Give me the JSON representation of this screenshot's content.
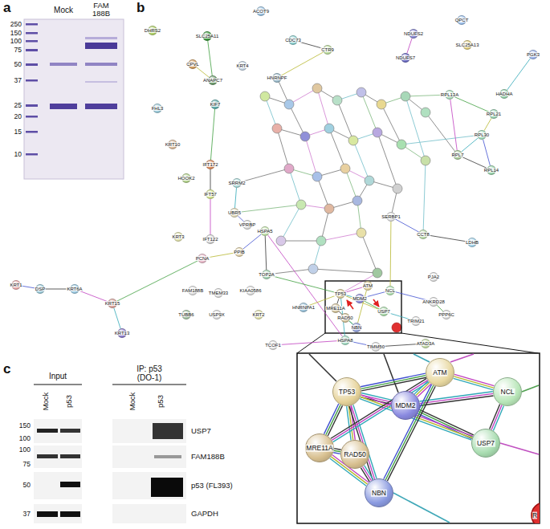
{
  "diagram": {
    "nodes": [
      {
        "text": [
          "DHRS2"
        ]
      },
      {
        "text": [
          "ACOT9"
        ]
      },
      {
        "text": [
          "SLC25A11"
        ]
      },
      {
        "text": [
          "CDC73"
        ]
      },
      {
        "text": [
          "CTR9"
        ]
      },
      {
        "text": [
          "NDUFS2"
        ]
      },
      {
        "text": [
          "NDUFS7"
        ]
      },
      {
        "text": [
          "QPCT"
        ]
      },
      {
        "text": [
          "SLC25A13"
        ]
      },
      {
        "text": [
          "PGK3"
        ]
      },
      {
        "text": [
          "HADHA"
        ]
      },
      {
        "text": [
          "RPL13A"
        ]
      },
      {
        "text": [
          "RPL21"
        ]
      },
      {
        "text": [
          "RPL30"
        ]
      },
      {
        "text": [
          "RPL7"
        ]
      },
      {
        "text": [
          "RPL14"
        ]
      },
      {
        "text": [
          "CPVL"
        ]
      },
      {
        "text": [
          "ANAPC7"
        ]
      },
      {
        "text": [
          "KRT4"
        ]
      },
      {
        "text": [
          "HNRNPF"
        ]
      },
      {
        "text": [
          "FHL3"
        ]
      },
      {
        "text": [
          "KIF7"
        ]
      },
      {
        "text": [
          "KRT10"
        ]
      },
      {
        "text": [
          "HOOK2"
        ]
      },
      {
        "text": [
          "IFT172"
        ]
      },
      {
        "text": [
          "IFT57"
        ]
      },
      {
        "text": [
          "SRRM2"
        ]
      },
      {
        "text": [
          "UBR5"
        ]
      },
      {
        "text": [
          "VPRBP"
        ]
      },
      {
        "text": [
          "IFT122"
        ]
      },
      {
        "text": [
          "KRT3"
        ]
      },
      {
        "text": [
          "HSPA5"
        ]
      },
      {
        "text": [
          "PPIB"
        ]
      },
      {
        "text": [
          "PCNA"
        ]
      },
      {
        "text": [
          "TOP2A"
        ]
      },
      {
        "text": [
          "KRT1"
        ]
      },
      {
        "text": [
          "DSP"
        ]
      },
      {
        "text": [
          "KRT6A"
        ]
      },
      {
        "text": [
          "KRT15"
        ]
      },
      {
        "text": [
          "KRT13"
        ]
      },
      {
        "text": [
          "FAM188B"
        ]
      },
      {
        "text": [
          "TMEM33"
        ]
      },
      {
        "text": [
          "KIAA0586"
        ]
      },
      {
        "text": [
          "TUBB6"
        ]
      },
      {
        "text": [
          "USP9X"
        ]
      },
      {
        "text": [
          "KRT2"
        ]
      },
      {
        "text": [
          "HNRNPA1"
        ]
      },
      {
        "text": [
          "HSPA8"
        ]
      },
      {
        "text": [
          "TIMM50"
        ]
      },
      {
        "text": [
          "ATAD3A"
        ]
      },
      {
        "text": [
          "TCOF1"
        ]
      },
      {
        "text": [
          "TRIM21"
        ]
      },
      {
        "text": [
          "PPP6C"
        ]
      },
      {
        "text": [
          "ANKRD28"
        ]
      },
      {
        "text": [
          "PJA2"
        ]
      },
      {
        "text": [
          "LDHB"
        ]
      },
      {
        "text": [
          "CCT8"
        ]
      },
      {
        "text": [
          "SERBP1"
        ]
      },
      {
        "text": [
          "ATM"
        ]
      },
      {
        "text": [
          "TP53"
        ]
      },
      {
        "text": [
          "MDM2"
        ]
      },
      {
        "text": [
          "NCL"
        ]
      },
      {
        "text": [
          "USP7"
        ]
      },
      {
        "text": [
          "MRE11A"
        ]
      },
      {
        "text": [
          "RAD50"
        ]
      },
      {
        "text": [
          "NBN"
        ]
      },
      {
        "text": [
          "ATM"
        ]
      },
      {
        "text": [
          "TP53"
        ]
      },
      {
        "text": [
          "MDM2"
        ]
      },
      {
        "text": [
          "NCL"
        ]
      },
      {
        "text": [
          "USP7"
        ]
      },
      {
        "text": [
          "MRE11A"
        ]
      },
      {
        "text": [
          "RAD50"
        ]
      },
      {
        "text": [
          "NBN"
        ]
      }
    ],
    "edges": [
      {
        "from": 3,
        "to": 4,
        "arrow": "none"
      },
      {
        "from": 5,
        "to": 6,
        "arrow": "none"
      },
      {
        "from": 10,
        "to": 9,
        "arrow": "none"
      },
      {
        "from": 11,
        "to": 12,
        "arrow": "none"
      },
      {
        "from": 12,
        "to": 13,
        "arrow": "none"
      },
      {
        "from": 13,
        "to": 15,
        "arrow": "none"
      },
      {
        "from": 14,
        "to": 15,
        "arrow": "none"
      },
      {
        "from": 11,
        "to": 14,
        "arrow": "none"
      },
      {
        "from": 14,
        "to": 13,
        "arrow": "none"
      },
      {
        "from": 2,
        "to": 17,
        "arrow": "none"
      },
      {
        "from": 19,
        "to": 4,
        "arrow": "none"
      },
      {
        "from": 35,
        "to": 36,
        "arrow": "none"
      },
      {
        "from": 36,
        "to": 37,
        "arrow": "none"
      },
      {
        "from": 37,
        "to": 38,
        "arrow": "none"
      },
      {
        "from": 38,
        "to": 39,
        "arrow": "none"
      },
      {
        "from": 38,
        "to": 33,
        "arrow": "none"
      },
      {
        "from": 33,
        "to": 32,
        "arrow": "none"
      },
      {
        "from": 32,
        "to": 31,
        "arrow": "none"
      },
      {
        "from": 31,
        "to": 34,
        "arrow": "none"
      },
      {
        "from": 31,
        "to": 47,
        "arrow": "none"
      },
      {
        "from": 47,
        "to": 59,
        "arrow": "none"
      },
      {
        "from": 34,
        "to": 59,
        "arrow": "none"
      },
      {
        "from": 46,
        "to": 59,
        "arrow": "none"
      },
      {
        "from": 47,
        "to": 48,
        "arrow": "none"
      },
      {
        "from": 48,
        "to": 49,
        "arrow": "none"
      },
      {
        "from": 50,
        "to": 47,
        "arrow": "none"
      },
      {
        "from": 62,
        "to": 51,
        "arrow": "none"
      },
      {
        "from": 52,
        "to": 53,
        "arrow": "none"
      },
      {
        "from": 61,
        "to": 57,
        "arrow": "none"
      },
      {
        "from": 57,
        "to": 56,
        "arrow": "none"
      },
      {
        "from": 56,
        "to": 55,
        "arrow": "none"
      },
      {
        "from": 58,
        "to": 59,
        "arrow": "none"
      },
      {
        "from": 59,
        "to": 60,
        "arrow": "none"
      },
      {
        "from": 60,
        "to": 62,
        "arrow": "none"
      },
      {
        "from": 59,
        "to": 62,
        "arrow": "none"
      },
      {
        "from": 60,
        "to": 61,
        "arrow": "none"
      },
      {
        "from": 59,
        "to": 63,
        "arrow": "none"
      },
      {
        "from": 63,
        "to": 64,
        "arrow": "none"
      },
      {
        "from": 64,
        "to": 65,
        "arrow": "none"
      },
      {
        "from": 63,
        "to": 65,
        "arrow": "none"
      },
      {
        "from": 58,
        "to": 65,
        "arrow": "none"
      },
      {
        "from": 27,
        "to": 28,
        "arrow": "none"
      },
      {
        "from": 24,
        "to": 25,
        "arrow": "none"
      },
      {
        "from": 25,
        "to": 29,
        "arrow": "none"
      },
      {
        "from": 26,
        "to": 27,
        "arrow": "none"
      },
      {
        "from": 21,
        "to": 24,
        "arrow": "none"
      },
      {
        "from": 16,
        "to": 17,
        "arrow": "none"
      },
      {
        "from": 53,
        "to": 61,
        "arrow": "none"
      },
      {
        "from": 67,
        "to": 68,
        "arrow": "none"
      },
      {
        "from": 66,
        "to": 67,
        "arrow": "none"
      },
      {
        "from": 66,
        "to": 68,
        "arrow": "none"
      },
      {
        "from": 68,
        "to": 69,
        "arrow": "none"
      },
      {
        "from": 68,
        "to": 70,
        "arrow": "none"
      },
      {
        "from": 67,
        "to": 70,
        "arrow": "none"
      },
      {
        "from": 69,
        "to": 70,
        "arrow": "none"
      },
      {
        "from": 67,
        "to": 71,
        "arrow": "none"
      },
      {
        "from": 67,
        "to": 72,
        "arrow": "none"
      },
      {
        "from": 67,
        "to": 73,
        "arrow": "none"
      },
      {
        "from": 71,
        "to": 72,
        "arrow": "none"
      },
      {
        "from": 71,
        "to": 73,
        "arrow": "none"
      },
      {
        "from": 72,
        "to": 73,
        "arrow": "none"
      },
      {
        "from": 66,
        "to": 73,
        "arrow": "none"
      },
      {
        "from": 66,
        "to": 69,
        "arrow": "none"
      },
      {
        "from": 66,
        "to": 71,
        "arrow": "none"
      }
    ],
    "labels": [
      "a",
      "b",
      "c",
      "250",
      "150",
      "100",
      "75",
      "50",
      "37",
      "25",
      "20",
      "15",
      "10",
      "Mock",
      "FAM 188B",
      "Input",
      "IP: p53 (DO-1)",
      "Mock",
      "p53",
      "Mock",
      "p53",
      "150",
      "100",
      "100",
      "75",
      "50",
      "37",
      "USP7",
      "FAM188B",
      "p53 (FL393)",
      "GAPDH",
      "R"
    ]
  }
}
